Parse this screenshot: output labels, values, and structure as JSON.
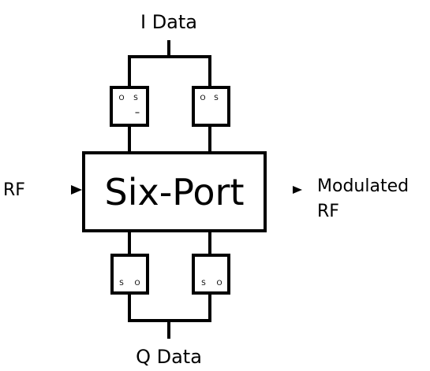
{
  "diagram": {
    "block_label": "Six-Port",
    "input_label": "RF",
    "output_label_line1": "Modulated",
    "output_label_line2": "RF",
    "top_label": "I Data",
    "bottom_label": "Q Data",
    "switches": {
      "top_left": {
        "left_char": "O",
        "right_char": "S"
      },
      "top_right": {
        "left_char": "O",
        "right_char": "S"
      },
      "bottom_left": {
        "left_char": "S",
        "right_char": "O"
      },
      "bottom_right": {
        "left_char": "S",
        "right_char": "O"
      }
    }
  }
}
